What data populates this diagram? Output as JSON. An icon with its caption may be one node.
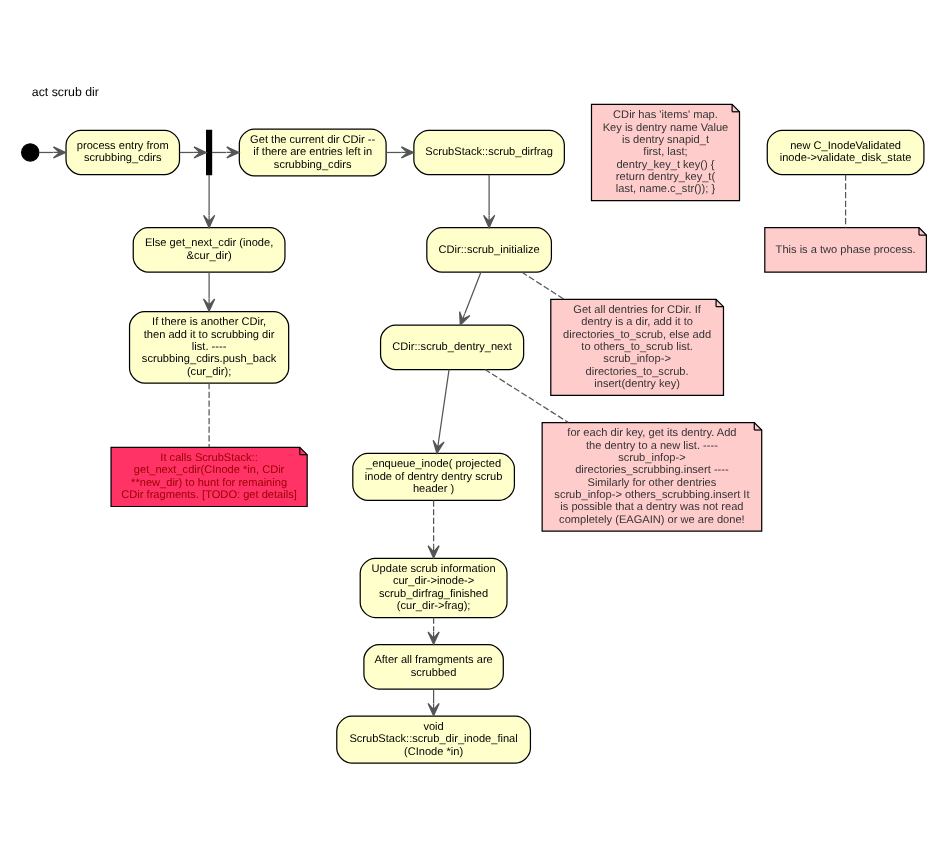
{
  "diagram": {
    "title": "act scrub dir",
    "nodes": [
      {
        "text": [],
        "shape": "circle"
      },
      {
        "text": [
          "process entry from scrubbing_cdirs"
        ]
      },
      {
        "text": [],
        "shape": "bar"
      },
      {
        "text": [
          "Get the current dir CDir -- if there are entries left in scrubbing_cdirs"
        ]
      },
      {
        "text": [
          "ScrubStack::scrub_dirfrag"
        ]
      },
      {
        "text": [
          "CDir has 'items' map. Key is dentry name Value is dentry snapid_t first, last; dentry_key_t key() { return dentry_key_t( last, name.c_str()); }"
        ]
      },
      {
        "text": [
          "CDir::scrub_initialize"
        ]
      },
      {
        "text": [
          "CDir::scrub_dentry_next"
        ]
      },
      {
        "text": [
          "Get all dentries for CDir. If dentry is a dir, add it to directories_to_scrub, else add to others_to_scrub list. scrub_infop-> directories_to_scrub. insert(dentry key)"
        ]
      },
      {
        "text": [
          "Else get_next_cdir (inode, &cur_dir)"
        ]
      },
      {
        "text": [
          "If there is another CDir, then add it to scrubbing dir list. ---- scrubbing_cdirs.push_back (cur_dir);"
        ]
      },
      {
        "text": [
          "_enqueue_inode( projected inode of dentry dentry scrub header )"
        ]
      },
      {
        "text": [
          "for each dir key, get its dentry. Add the dentry to a new list. ---- scrub_infop-> directories_scrubbing.insert ---- Similarly for other dentries scrub_infop-> others_scrubbing.insert It is possible that a dentry was not read completely (EAGAIN) or we are done!"
        ]
      },
      {
        "text": [
          "It calls ScrubStack:: get_next_cdir(CInode *in, CDir **new_dir) to hunt for remaining CDir fragments. [TODO: get details]"
        ]
      },
      {
        "text": [
          "Update scrub information cur_dir->inode-> scrub_dirfrag_finished (cur_dir->frag);"
        ]
      },
      {
        "text": [
          "void ScrubStack::scrub_dir_inode_final (CInode *in)"
        ]
      },
      {
        "text": [
          "After all framgments are scrubbed"
        ]
      },
      {
        "text": [
          "new C_InodeValidated inode->validate_disk_state"
        ]
      },
      {
        "text": [
          "This is a two phase process."
        ]
      }
    ],
    "edges": [
      {
        "from": 0,
        "to": 1,
        "arrow": "to"
      },
      {
        "from": 1,
        "to": 2,
        "arrow": "to"
      },
      {
        "from": 2,
        "to": 3,
        "arrow": "to"
      },
      {
        "from": 2,
        "to": 9,
        "arrow": "to"
      },
      {
        "from": 3,
        "to": 4,
        "arrow": "to"
      },
      {
        "from": 4,
        "to": 6,
        "arrow": "to"
      },
      {
        "from": 6,
        "to": 7,
        "arrow": "to"
      },
      {
        "from": 6,
        "to": 8,
        "arrow": "none",
        "style": "dashed"
      },
      {
        "from": 7,
        "to": 11,
        "arrow": "to"
      },
      {
        "from": 7,
        "to": 12,
        "arrow": "none",
        "style": "dashed"
      },
      {
        "from": 9,
        "to": 10,
        "arrow": "to"
      },
      {
        "from": 10,
        "to": 13,
        "arrow": "none",
        "style": "dashed"
      },
      {
        "from": 11,
        "to": 14,
        "arrow": "to",
        "style": "dashed"
      },
      {
        "from": 14,
        "to": 16,
        "arrow": "to",
        "style": "dashed"
      },
      {
        "from": 16,
        "to": 15,
        "arrow": "to"
      },
      {
        "from": 17,
        "to": 18,
        "arrow": "none",
        "style": "dashed"
      }
    ]
  }
}
